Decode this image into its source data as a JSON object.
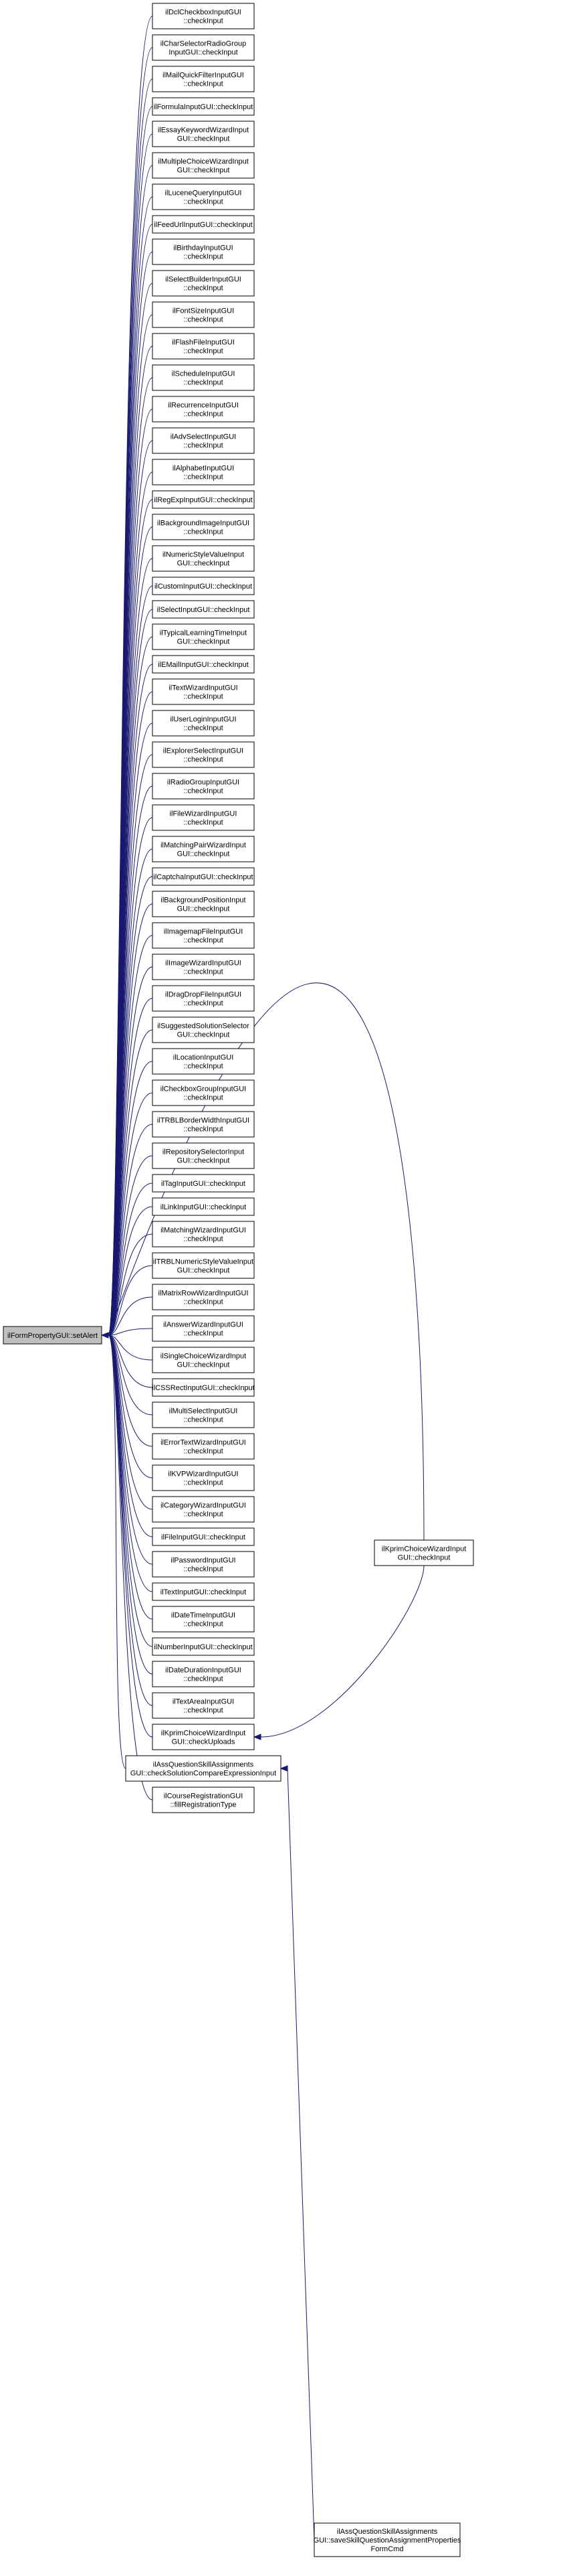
{
  "root": {
    "lines": [
      "ilFormPropertyGUI::setAlert"
    ]
  },
  "callers": [
    {
      "id": "n1",
      "lines": [
        "ilDclCheckboxInputGUI",
        "::checkInput"
      ]
    },
    {
      "id": "n2",
      "lines": [
        "ilCharSelectorRadioGroup",
        "InputGUI::checkInput"
      ]
    },
    {
      "id": "n3",
      "lines": [
        "ilMailQuickFilterInputGUI",
        "::checkInput"
      ]
    },
    {
      "id": "n4",
      "lines": [
        "ilFormulaInputGUI::checkInput"
      ]
    },
    {
      "id": "n5",
      "lines": [
        "ilEssayKeywordWizardInput",
        "GUI::checkInput"
      ]
    },
    {
      "id": "n6",
      "lines": [
        "ilMultipleChoiceWizardInput",
        "GUI::checkInput"
      ]
    },
    {
      "id": "n7",
      "lines": [
        "ilLuceneQueryInputGUI",
        "::checkInput"
      ]
    },
    {
      "id": "n8",
      "lines": [
        "ilFeedUrlInputGUI::checkInput"
      ]
    },
    {
      "id": "n9",
      "lines": [
        "ilBirthdayInputGUI",
        "::checkInput"
      ]
    },
    {
      "id": "n10",
      "lines": [
        "ilSelectBuilderInputGUI",
        "::checkInput"
      ]
    },
    {
      "id": "n11",
      "lines": [
        "ilFontSizeInputGUI",
        "::checkInput"
      ]
    },
    {
      "id": "n12",
      "lines": [
        "ilFlashFileInputGUI",
        "::checkInput"
      ]
    },
    {
      "id": "n13",
      "lines": [
        "ilScheduleInputGUI",
        "::checkInput"
      ]
    },
    {
      "id": "n14",
      "lines": [
        "ilRecurrenceInputGUI",
        "::checkInput"
      ]
    },
    {
      "id": "n15",
      "lines": [
        "ilAdvSelectInputGUI",
        "::checkInput"
      ]
    },
    {
      "id": "n16",
      "lines": [
        "ilAlphabetInputGUI",
        "::checkInput"
      ]
    },
    {
      "id": "n17",
      "lines": [
        "ilRegExpInputGUI::checkInput"
      ]
    },
    {
      "id": "n18",
      "lines": [
        "ilBackgroundImageInputGUI",
        "::checkInput"
      ]
    },
    {
      "id": "n19",
      "lines": [
        "ilNumericStyleValueInput",
        "GUI::checkInput"
      ]
    },
    {
      "id": "n20",
      "lines": [
        "ilCustomInputGUI::checkInput"
      ]
    },
    {
      "id": "n21",
      "lines": [
        "ilSelectInputGUI::checkInput"
      ]
    },
    {
      "id": "n22",
      "lines": [
        "ilTypicalLearningTimeInput",
        "GUI::checkInput"
      ]
    },
    {
      "id": "n23",
      "lines": [
        "ilEMailInputGUI::checkInput"
      ]
    },
    {
      "id": "n24",
      "lines": [
        "ilTextWizardInputGUI",
        "::checkInput"
      ]
    },
    {
      "id": "n25",
      "lines": [
        "ilUserLoginInputGUI",
        "::checkInput"
      ]
    },
    {
      "id": "n26",
      "lines": [
        "ilExplorerSelectInputGUI",
        "::checkInput"
      ]
    },
    {
      "id": "n27",
      "lines": [
        "ilRadioGroupInputGUI",
        "::checkInput"
      ]
    },
    {
      "id": "n28",
      "lines": [
        "ilFileWizardInputGUI",
        "::checkInput"
      ]
    },
    {
      "id": "n29",
      "lines": [
        "ilMatchingPairWizardInput",
        "GUI::checkInput"
      ]
    },
    {
      "id": "n30",
      "lines": [
        "ilCaptchaInputGUI::checkInput"
      ]
    },
    {
      "id": "n31",
      "lines": [
        "ilBackgroundPositionInput",
        "GUI::checkInput"
      ]
    },
    {
      "id": "n32",
      "lines": [
        "ilImagemapFileInputGUI",
        "::checkInput"
      ]
    },
    {
      "id": "n33",
      "lines": [
        "ilImageWizardInputGUI",
        "::checkInput"
      ]
    },
    {
      "id": "n34",
      "lines": [
        "ilDragDropFileInputGUI",
        "::checkInput"
      ]
    },
    {
      "id": "n35",
      "lines": [
        "ilSuggestedSolutionSelector",
        "GUI::checkInput"
      ]
    },
    {
      "id": "n36",
      "lines": [
        "ilLocationInputGUI",
        "::checkInput"
      ]
    },
    {
      "id": "n37",
      "lines": [
        "ilCheckboxGroupInputGUI",
        "::checkInput"
      ]
    },
    {
      "id": "n38",
      "lines": [
        "ilTRBLBorderWidthInputGUI",
        "::checkInput"
      ]
    },
    {
      "id": "n39",
      "lines": [
        "ilRepositorySelectorInput",
        "GUI::checkInput"
      ]
    },
    {
      "id": "n40",
      "lines": [
        "ilTagInputGUI::checkInput"
      ]
    },
    {
      "id": "n41",
      "lines": [
        "ilLinkInputGUI::checkInput"
      ]
    },
    {
      "id": "n42",
      "lines": [
        "ilMatchingWizardInputGUI",
        "::checkInput"
      ]
    },
    {
      "id": "n43",
      "lines": [
        "ilTRBLNumericStyleValueInput",
        "GUI::checkInput"
      ]
    },
    {
      "id": "n44",
      "lines": [
        "ilMatrixRowWizardInputGUI",
        "::checkInput"
      ]
    },
    {
      "id": "n45",
      "lines": [
        "ilAnswerWizardInputGUI",
        "::checkInput"
      ]
    },
    {
      "id": "n46",
      "lines": [
        "ilSingleChoiceWizardInput",
        "GUI::checkInput"
      ]
    },
    {
      "id": "n47",
      "lines": [
        "ilCSSRectInputGUI::checkInput"
      ]
    },
    {
      "id": "n48",
      "lines": [
        "ilMultiSelectInputGUI",
        "::checkInput"
      ]
    },
    {
      "id": "n49",
      "lines": [
        "ilErrorTextWizardInputGUI",
        "::checkInput"
      ]
    },
    {
      "id": "n50",
      "lines": [
        "ilKVPWizardInputGUI",
        "::checkInput"
      ]
    },
    {
      "id": "n51",
      "lines": [
        "ilCategoryWizardInputGUI",
        "::checkInput"
      ]
    },
    {
      "id": "n52",
      "lines": [
        "ilFileInputGUI::checkInput"
      ]
    },
    {
      "id": "n53",
      "lines": [
        "ilPasswordInputGUI",
        "::checkInput"
      ]
    },
    {
      "id": "n54",
      "lines": [
        "ilTextInputGUI::checkInput"
      ]
    },
    {
      "id": "n55",
      "lines": [
        "ilDateTimeInputGUI",
        "::checkInput"
      ]
    },
    {
      "id": "n56",
      "lines": [
        "ilNumberInputGUI::checkInput"
      ]
    },
    {
      "id": "n57",
      "lines": [
        "ilDateDurationInputGUI",
        "::checkInput"
      ]
    },
    {
      "id": "n58",
      "lines": [
        "ilTextAreaInputGUI",
        "::checkInput"
      ]
    },
    {
      "id": "n59",
      "lines": [
        "ilKprimChoiceWizardInput",
        "GUI::checkUploads"
      ]
    },
    {
      "id": "n60",
      "lines": [
        "ilAssQuestionSkillAssignments",
        "GUI::checkSolutionCompareExpressionInput"
      ]
    },
    {
      "id": "n61",
      "lines": [
        "ilCourseRegistrationGUI",
        "::fillRegistrationType"
      ]
    }
  ],
  "second_level": [
    {
      "id": "k1",
      "lines": [
        "ilKprimChoiceWizardInput",
        "GUI::checkInput"
      ],
      "calls": "n59"
    },
    {
      "id": "k2",
      "lines": [
        "ilAssQuestionSkillAssignments",
        "GUI::saveSkillQuestionAssignmentProperties",
        "FormCmd"
      ],
      "calls": "n60"
    }
  ],
  "colors": {
    "edge": "#191970",
    "root_fill": "#bfbfbf",
    "node_fill": "#ffffff",
    "border": "#000000"
  }
}
